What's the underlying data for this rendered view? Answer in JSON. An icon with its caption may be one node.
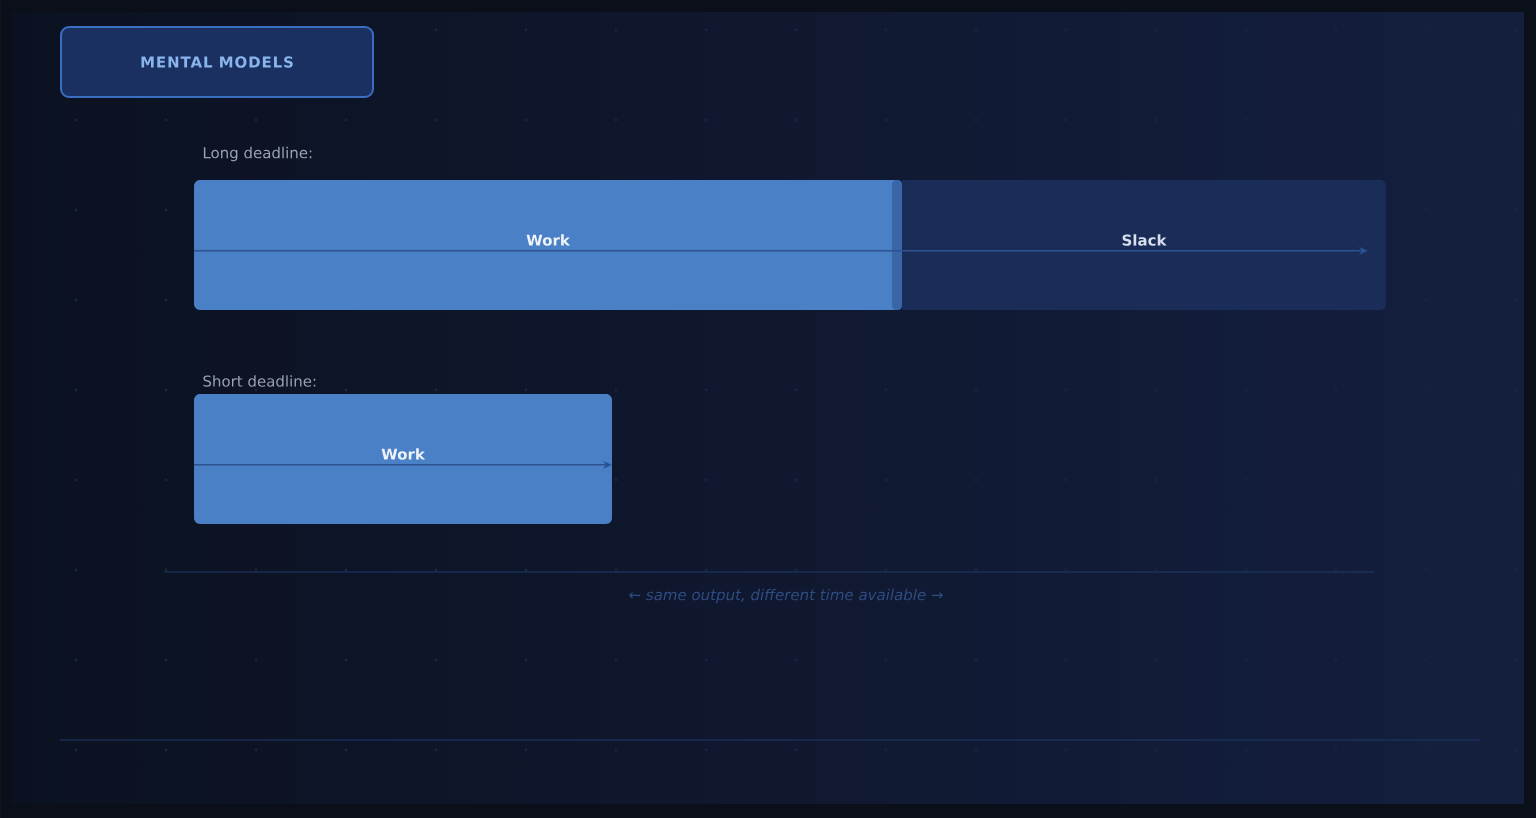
{
  "diagram": {
    "title": "MENTAL MODELS",
    "nodes": [
      {
        "text": [
          "Work"
        ]
      },
      {
        "text": [
          "Slack"
        ]
      },
      {
        "text": [
          "Work"
        ]
      }
    ],
    "edges": [
      {
        "from": 0,
        "to": 1,
        "arrow": "to"
      }
    ],
    "labels": [
      "Long deadline:",
      "Short deadline:",
      "← same output, different time available →"
    ]
  }
}
